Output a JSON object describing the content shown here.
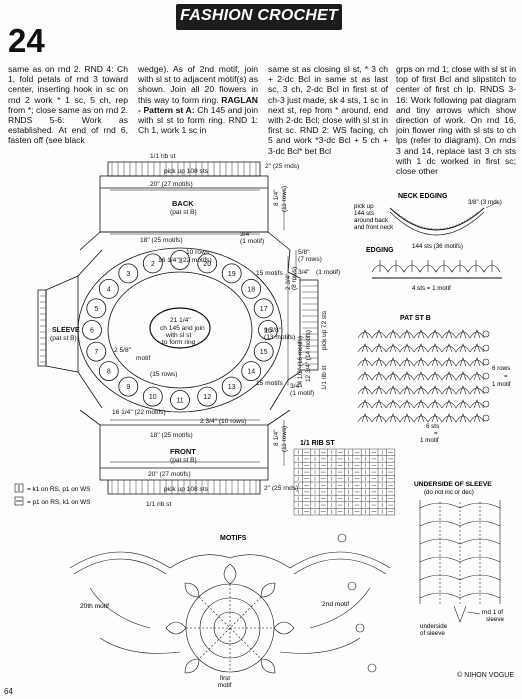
{
  "header": {
    "title": "FASHION CROCHET",
    "pattern_number": "24"
  },
  "body_text": {
    "col1": "same as on rnd 2. RND 4: Ch 1, fold petals of rnd 3 toward center, inserting hook in sc on rnd 2 work * 1 sc, 5 ch, rep from *; close same as on rnd 2. RNDS 5-6: Work as established. At end of rnd 6, fasten off (see black",
    "col2": "wedge). As of 2nd motif, join with sl st to adjacent motif(s) as shown. Join all 20 flowers in this way to form ring.",
    "col2_head": "RAGLAN - Pattern st A:",
    "col2_rest": "Ch 145 and join with sl st to form ring. RND 1: Ch 1, work 1 sc in",
    "col3": "same st as closing sl st, * 3 ch + 2-dc Bcl in same st as last sc, 3 ch, 2-dc Bcl in first st of ch-3 just made, sk 4 sts, 1 sc in next st, rep from * around, end with 2-dc Bcl; close with sl st in first sc. RND 2: WS facing, ch 5 and work *3-dc Bcl + 5 ch + 3-dc Bcl* bet Bcl",
    "col4": "grps on rnd 1; close with sl st in top of first Bcl and slipstitch to center of first ch lp. RNDS 3-16: Work following pat diagram and tiny arrows which show direction of work. On rnd 16, join flower ring with sl sts to ch lps (refer to diagram). On rnds 3 and 14, replace last 3 ch sts with 1 dc worked in first sc; close other"
  },
  "schematic": {
    "rib_top": "1/1 rib st",
    "pickup_top": "pick up 108 sts",
    "top_2in": "2\" (25 rnds)",
    "top_20in": "20\" (27 motifs)",
    "back_title": "BACK",
    "back_pat": "(pat st B)",
    "back_8in": "8 1/4\"",
    "back_8in_sub": "(11 rows)",
    "back_34": "3/4\"",
    "back_34_sub": "(1 motif)",
    "back_18": "18\" (25 motifs)",
    "rows10_top": "10 rows",
    "top_16": "16 1/4\" (22 motifs)",
    "side_15a": "15 motifs",
    "side_15b": "15 motifs",
    "center_1": "21 1/4\"",
    "center_2": "ch 145 and join",
    "center_3": "with sl st",
    "center_4": "to form ring",
    "motif_word": "motif",
    "rows15": "(15 rows)",
    "r_258": "2 5/8\"",
    "r_938": "9 3/8\"",
    "r_938_sub": "(13 motifs)",
    "r_234": "2 3/4\"",
    "r_234_sub": "(8 rows)",
    "r_58": "5/8\"",
    "r_58_sub": "(7 rows)",
    "r_34": "3/4\"",
    "r_34_sub": "(1 motif)",
    "r_1412": "14 1/2\" (16 motifs)",
    "r_1234": "12 3/4\" (14 motifs)",
    "r_pick72": "pick up 72 sts",
    "r_rib": "1/1 rib st",
    "r_34b": "3/4\"",
    "r_34b_sub": "(1 motif)",
    "sleeve_title": "SLEEVE",
    "sleeve_pat": "(pat st B)",
    "bot_16": "16 1/4\" (22 motifs)",
    "bot_234": "2 3/4\" (10 rows)",
    "bot_18": "18\" (25 motifs)",
    "front_title": "FRONT",
    "front_pat": "(pat st B)",
    "front_8in": "8 1/4\"",
    "front_8in_sub": "(11 rows)",
    "bot_20": "20\" (27 motifs)",
    "bot_2in": "2\" (25 rnds)",
    "pickup_bot": "pick up 108 sts",
    "rib_bot": "1/1 rib st",
    "motif_nums": [
      "1",
      "2",
      "3",
      "4",
      "5",
      "6",
      "7",
      "8",
      "9",
      "10",
      "11",
      "12",
      "13",
      "14",
      "15",
      "16",
      "17",
      "18",
      "19",
      "20"
    ]
  },
  "legend": {
    "k1": "= k1 on RS, p1 on WS",
    "p1": "= p1 on RS, k1 on WS"
  },
  "neck_edging": {
    "title": "NECK EDGING",
    "pick1": "pick up",
    "pick2": "144 sts",
    "pick3": "around back",
    "pick4": "and front neck",
    "rnds": "3/8\" (3 rnds)",
    "motifs": "144 sts (36 motifs)"
  },
  "edging": {
    "title": "EDGING",
    "repeat": "4 sts = 1 motif"
  },
  "pat_b": {
    "title": "PAT ST B",
    "rows": "6 rows",
    "eq": "=",
    "motif": "1 motif",
    "sts": "6 sts",
    "sts2": "=",
    "sts3": "1 motif"
  },
  "rib": {
    "title": "1/1 RIB ST"
  },
  "sleeve_under": {
    "title": "UNDERSIDE OF SLEEVE",
    "sub": "(do not inc or dec)",
    "rnd1": "rnd 1 of",
    "sleeve": "sleeve",
    "under1": "underside",
    "under2": "of sleeve"
  },
  "motifs": {
    "title": "MOTIFS",
    "m20": "20th motif",
    "m2": "2nd motif",
    "first": "first",
    "motif": "motif"
  },
  "footer": {
    "page": "64",
    "credit": "© NIHON VOGUE"
  }
}
